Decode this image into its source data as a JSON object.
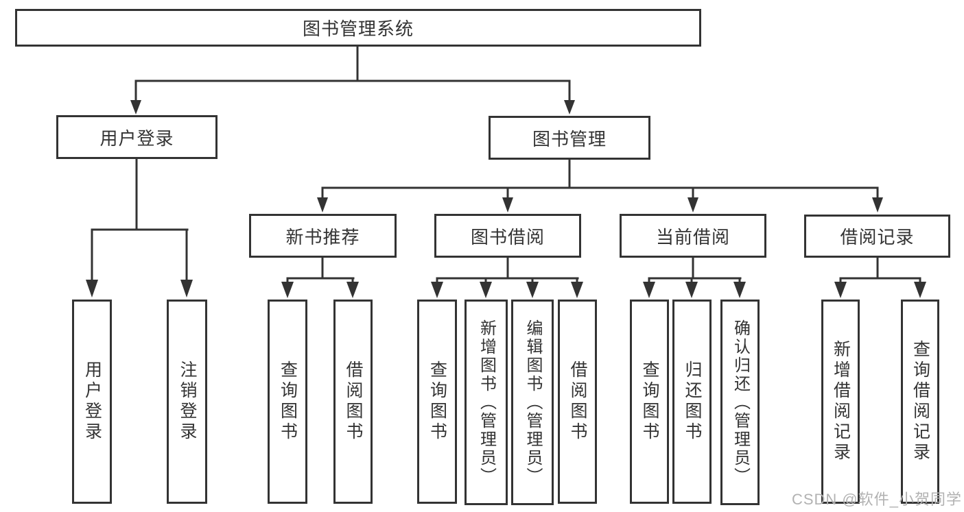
{
  "page": {
    "background_color": "#ffffff",
    "line_color": "#333333",
    "text_color": "#333333",
    "watermark_color": "#b2b2b2"
  },
  "watermark": {
    "text": "CSDN @软件_小贺同学"
  },
  "nodes": {
    "root": {
      "label": "图书管理系统"
    },
    "user_login": {
      "label": "用户登录"
    },
    "book_mgmt": {
      "label": "图书管理"
    },
    "new_book_rec": {
      "label": "新书推荐"
    },
    "book_borrow": {
      "label": "图书借阅"
    },
    "current_borrow": {
      "label": "当前借阅"
    },
    "borrow_records": {
      "label": "借阅记录"
    },
    "leaf_user_login": {
      "label": "用户登录"
    },
    "leaf_logout": {
      "label": "注销登录"
    },
    "leaf_nb_query": {
      "label": "查询图书"
    },
    "leaf_nb_borrow": {
      "label": "借阅图书"
    },
    "leaf_bb_query": {
      "label": "查询图书"
    },
    "leaf_bb_add": {
      "label": "新增图书（管理员）"
    },
    "leaf_bb_edit": {
      "label": "编辑图书（管理员）"
    },
    "leaf_bb_borrow": {
      "label": "借阅图书"
    },
    "leaf_cb_query": {
      "label": "查询图书"
    },
    "leaf_cb_return": {
      "label": "归还图书"
    },
    "leaf_cb_confirm": {
      "label": "确认归还（管理员）"
    },
    "leaf_br_add": {
      "label": "新增借阅记录"
    },
    "leaf_br_query": {
      "label": "查询借阅记录"
    }
  }
}
